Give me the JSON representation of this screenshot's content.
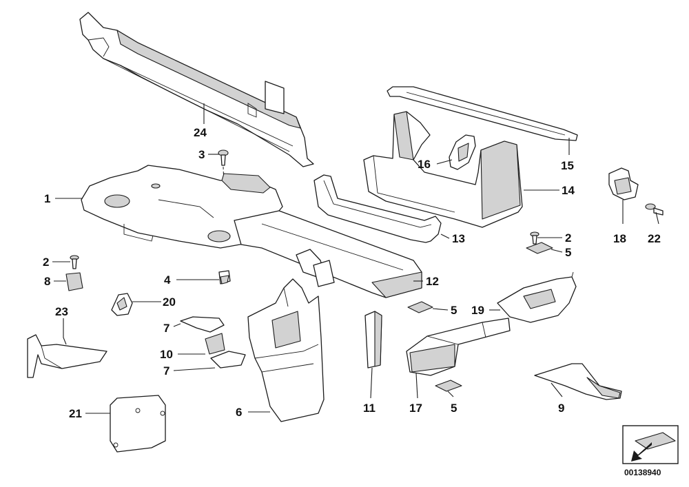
{
  "diagram": {
    "document_id": "00138940",
    "callouts": [
      {
        "id": "c24",
        "text": "24"
      },
      {
        "id": "c3",
        "text": "3"
      },
      {
        "id": "c1",
        "text": "1"
      },
      {
        "id": "c2a",
        "text": "2"
      },
      {
        "id": "c8",
        "text": "8"
      },
      {
        "id": "c4",
        "text": "4"
      },
      {
        "id": "c20",
        "text": "20"
      },
      {
        "id": "c23",
        "text": "23"
      },
      {
        "id": "c7a",
        "text": "7"
      },
      {
        "id": "c10",
        "text": "10"
      },
      {
        "id": "c7b",
        "text": "7"
      },
      {
        "id": "c21",
        "text": "21"
      },
      {
        "id": "c6",
        "text": "6"
      },
      {
        "id": "c11",
        "text": "11"
      },
      {
        "id": "c17",
        "text": "17"
      },
      {
        "id": "c5c",
        "text": "5"
      },
      {
        "id": "c9",
        "text": "9"
      },
      {
        "id": "c5b",
        "text": "5"
      },
      {
        "id": "c19",
        "text": "19"
      },
      {
        "id": "c12",
        "text": "12"
      },
      {
        "id": "c13",
        "text": "13"
      },
      {
        "id": "c16",
        "text": "16"
      },
      {
        "id": "c15",
        "text": "15"
      },
      {
        "id": "c14",
        "text": "14"
      },
      {
        "id": "c2b",
        "text": "2"
      },
      {
        "id": "c5a",
        "text": "5"
      },
      {
        "id": "c18",
        "text": "18"
      },
      {
        "id": "c22",
        "text": "22"
      }
    ]
  }
}
